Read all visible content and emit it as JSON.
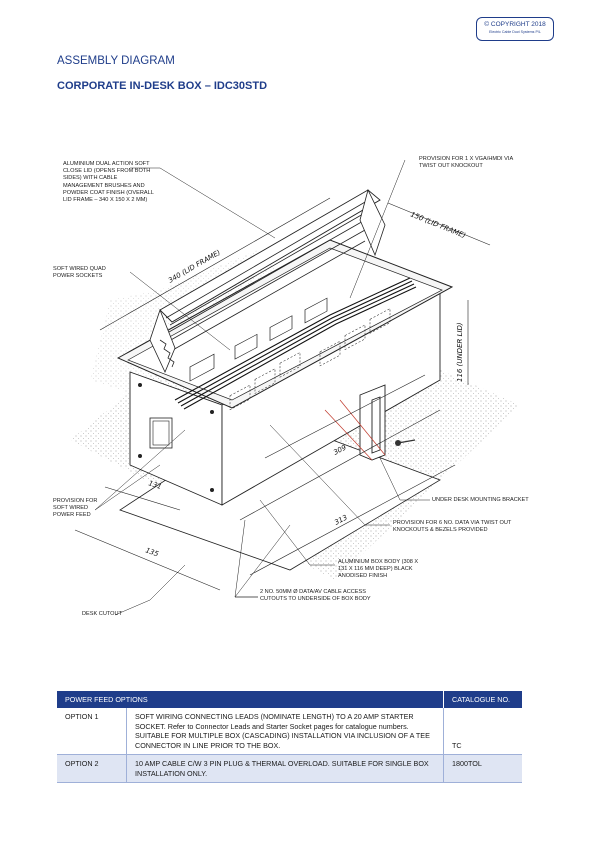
{
  "copyright": {
    "line1": "© COPYRIGHT 2018",
    "line2": "Electric Cable Duct Systems P/L"
  },
  "header": {
    "title": "ASSEMBLY DIAGRAM",
    "subtitle": "CORPORATE IN-DESK BOX – IDC30STD"
  },
  "callouts": {
    "lid": "ALUMINIUM DUAL ACTION SOFT CLOSE LID (OPENS FROM BOTH SIDES) WITH CABLE MANAGEMENT BRUSHES AND POWDER COAT FINISH (OVERALL LID FRAME – 340 X 150 X 2 MM)",
    "vga": "PROVISION FOR 1 X VGA/HMDI VIA TWIST OUT KNOCKOUT",
    "quad": "SOFT WIRED QUAD POWER SOCKETS",
    "feed": "PROVISION FOR SOFT WIRED POWER FEED",
    "bracket": "UNDER DESK MOUNTING BRACKET",
    "data": "PROVISION FOR 6 No. DATA VIA TWIST OUT KNOCKOUTS & BEZELS PROVIDED",
    "body": "ALUMINIUM BOX BODY (308 X 131 X 116 mm DEEP) BLACK ANODISED FINISH",
    "access": "2 No. 50mm Ø DATA/AV CABLE ACCESS CUTOUTS TO UNDERSIDE OF BOX BODY",
    "cutout": "DESK CUTOUT"
  },
  "dimensions": {
    "lid_length": "340 (LID FRAME)",
    "lid_width": "150 (LID FRAME)",
    "under_lid": "116 (UNDER LID)",
    "d309": "309",
    "d131": "131",
    "d313": "313",
    "d135": "135"
  },
  "table": {
    "header_options": "POWER FEED OPTIONS",
    "header_catalogue": "CATALOGUE NO.",
    "rows": [
      {
        "option": "OPTION 1",
        "description": "SOFT WIRING CONNECTING LEADS (NOMINATE LENGTH) TO A 20 AMP STARTER SOCKET. Refer to Connector Leads and Starter Socket pages for catalogue numbers. SUITABLE FOR MULTIPLE BOX (CASCADING) INSTALLATION VIA INCLUSION OF A TEE CONNECTOR IN LINE PRIOR TO THE BOX.",
        "catalogue": "TC"
      },
      {
        "option": "OPTION 2",
        "description": "10 AMP CABLE C/W 3 PIN PLUG & THERMAL OVERLOAD. SUITABLE FOR SINGLE BOX INSTALLATION ONLY.",
        "catalogue": "1800TOL"
      }
    ]
  },
  "colors": {
    "brand": "#1f3d8a",
    "row_shade": "#dfe5f3"
  }
}
